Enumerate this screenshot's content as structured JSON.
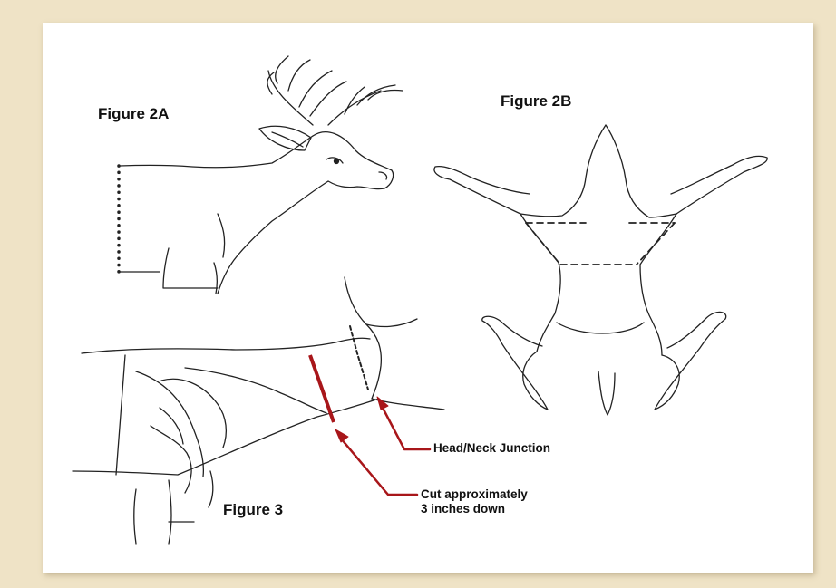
{
  "colors": {
    "page_background": "#efe3c6",
    "panel_background": "#ffffff",
    "line_art": "#222222",
    "callout_red": "#a8161a"
  },
  "figures": {
    "fig2a": {
      "label": "Figure 2A"
    },
    "fig2b": {
      "label": "Figure 2B"
    },
    "fig3": {
      "label": "Figure 3"
    }
  },
  "callouts": {
    "junction": {
      "text": "Head/Neck Junction"
    },
    "cut": {
      "line1": "Cut approximately",
      "line2": "3 inches down"
    }
  }
}
